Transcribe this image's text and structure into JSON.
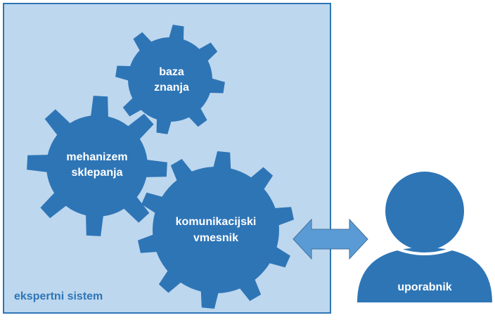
{
  "diagram": {
    "container_label": "ekspertni sistem",
    "gears": [
      {
        "id": "knowledge-base",
        "lines": [
          "baza",
          "znanja"
        ]
      },
      {
        "id": "inference-engine",
        "lines": [
          "mehanizem",
          "sklepanja"
        ]
      },
      {
        "id": "communication-interface",
        "lines": [
          "komunikacijski",
          "vmesnik"
        ]
      }
    ],
    "user_label": "uporabnik",
    "arrow": "bidirectional-arrow"
  },
  "colors": {
    "container_fill": "#bdd7ee",
    "container_border": "#2e75b6",
    "gear_fill": "#2e75b6",
    "user_fill": "#2e75b6",
    "arrow_fill": "#5b9bd5",
    "text_on_dark": "#ffffff",
    "label_text": "#2e75b6"
  }
}
